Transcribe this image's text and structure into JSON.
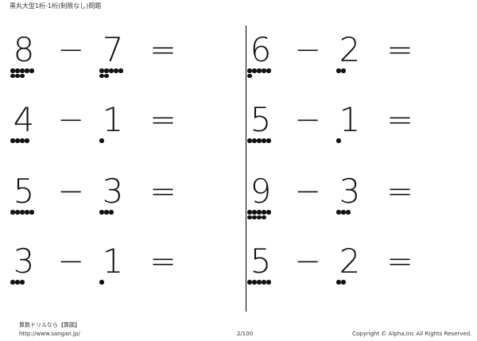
{
  "header": {
    "title": "黒丸大型1桁-1桁(制限なし)問題"
  },
  "operators": {
    "minus": "−",
    "equals": "="
  },
  "problems": [
    {
      "a": "8",
      "b": "7",
      "a_count": 8,
      "b_count": 7
    },
    {
      "a": "4",
      "b": "1",
      "a_count": 4,
      "b_count": 1
    },
    {
      "a": "5",
      "b": "3",
      "a_count": 5,
      "b_count": 3
    },
    {
      "a": "3",
      "b": "1",
      "a_count": 3,
      "b_count": 1
    },
    {
      "a": "6",
      "b": "2",
      "a_count": 6,
      "b_count": 2
    },
    {
      "a": "5",
      "b": "1",
      "a_count": 5,
      "b_count": 1
    },
    {
      "a": "9",
      "b": "3",
      "a_count": 9,
      "b_count": 3
    },
    {
      "a": "5",
      "b": "2",
      "a_count": 5,
      "b_count": 2
    }
  ],
  "footer": {
    "brand": "算数ドリルなら【算願】",
    "url": "http://www.sangan.jp/",
    "page": "2/100",
    "copyright": "Copyright © Alpha,Inc All Rights Reserved."
  }
}
